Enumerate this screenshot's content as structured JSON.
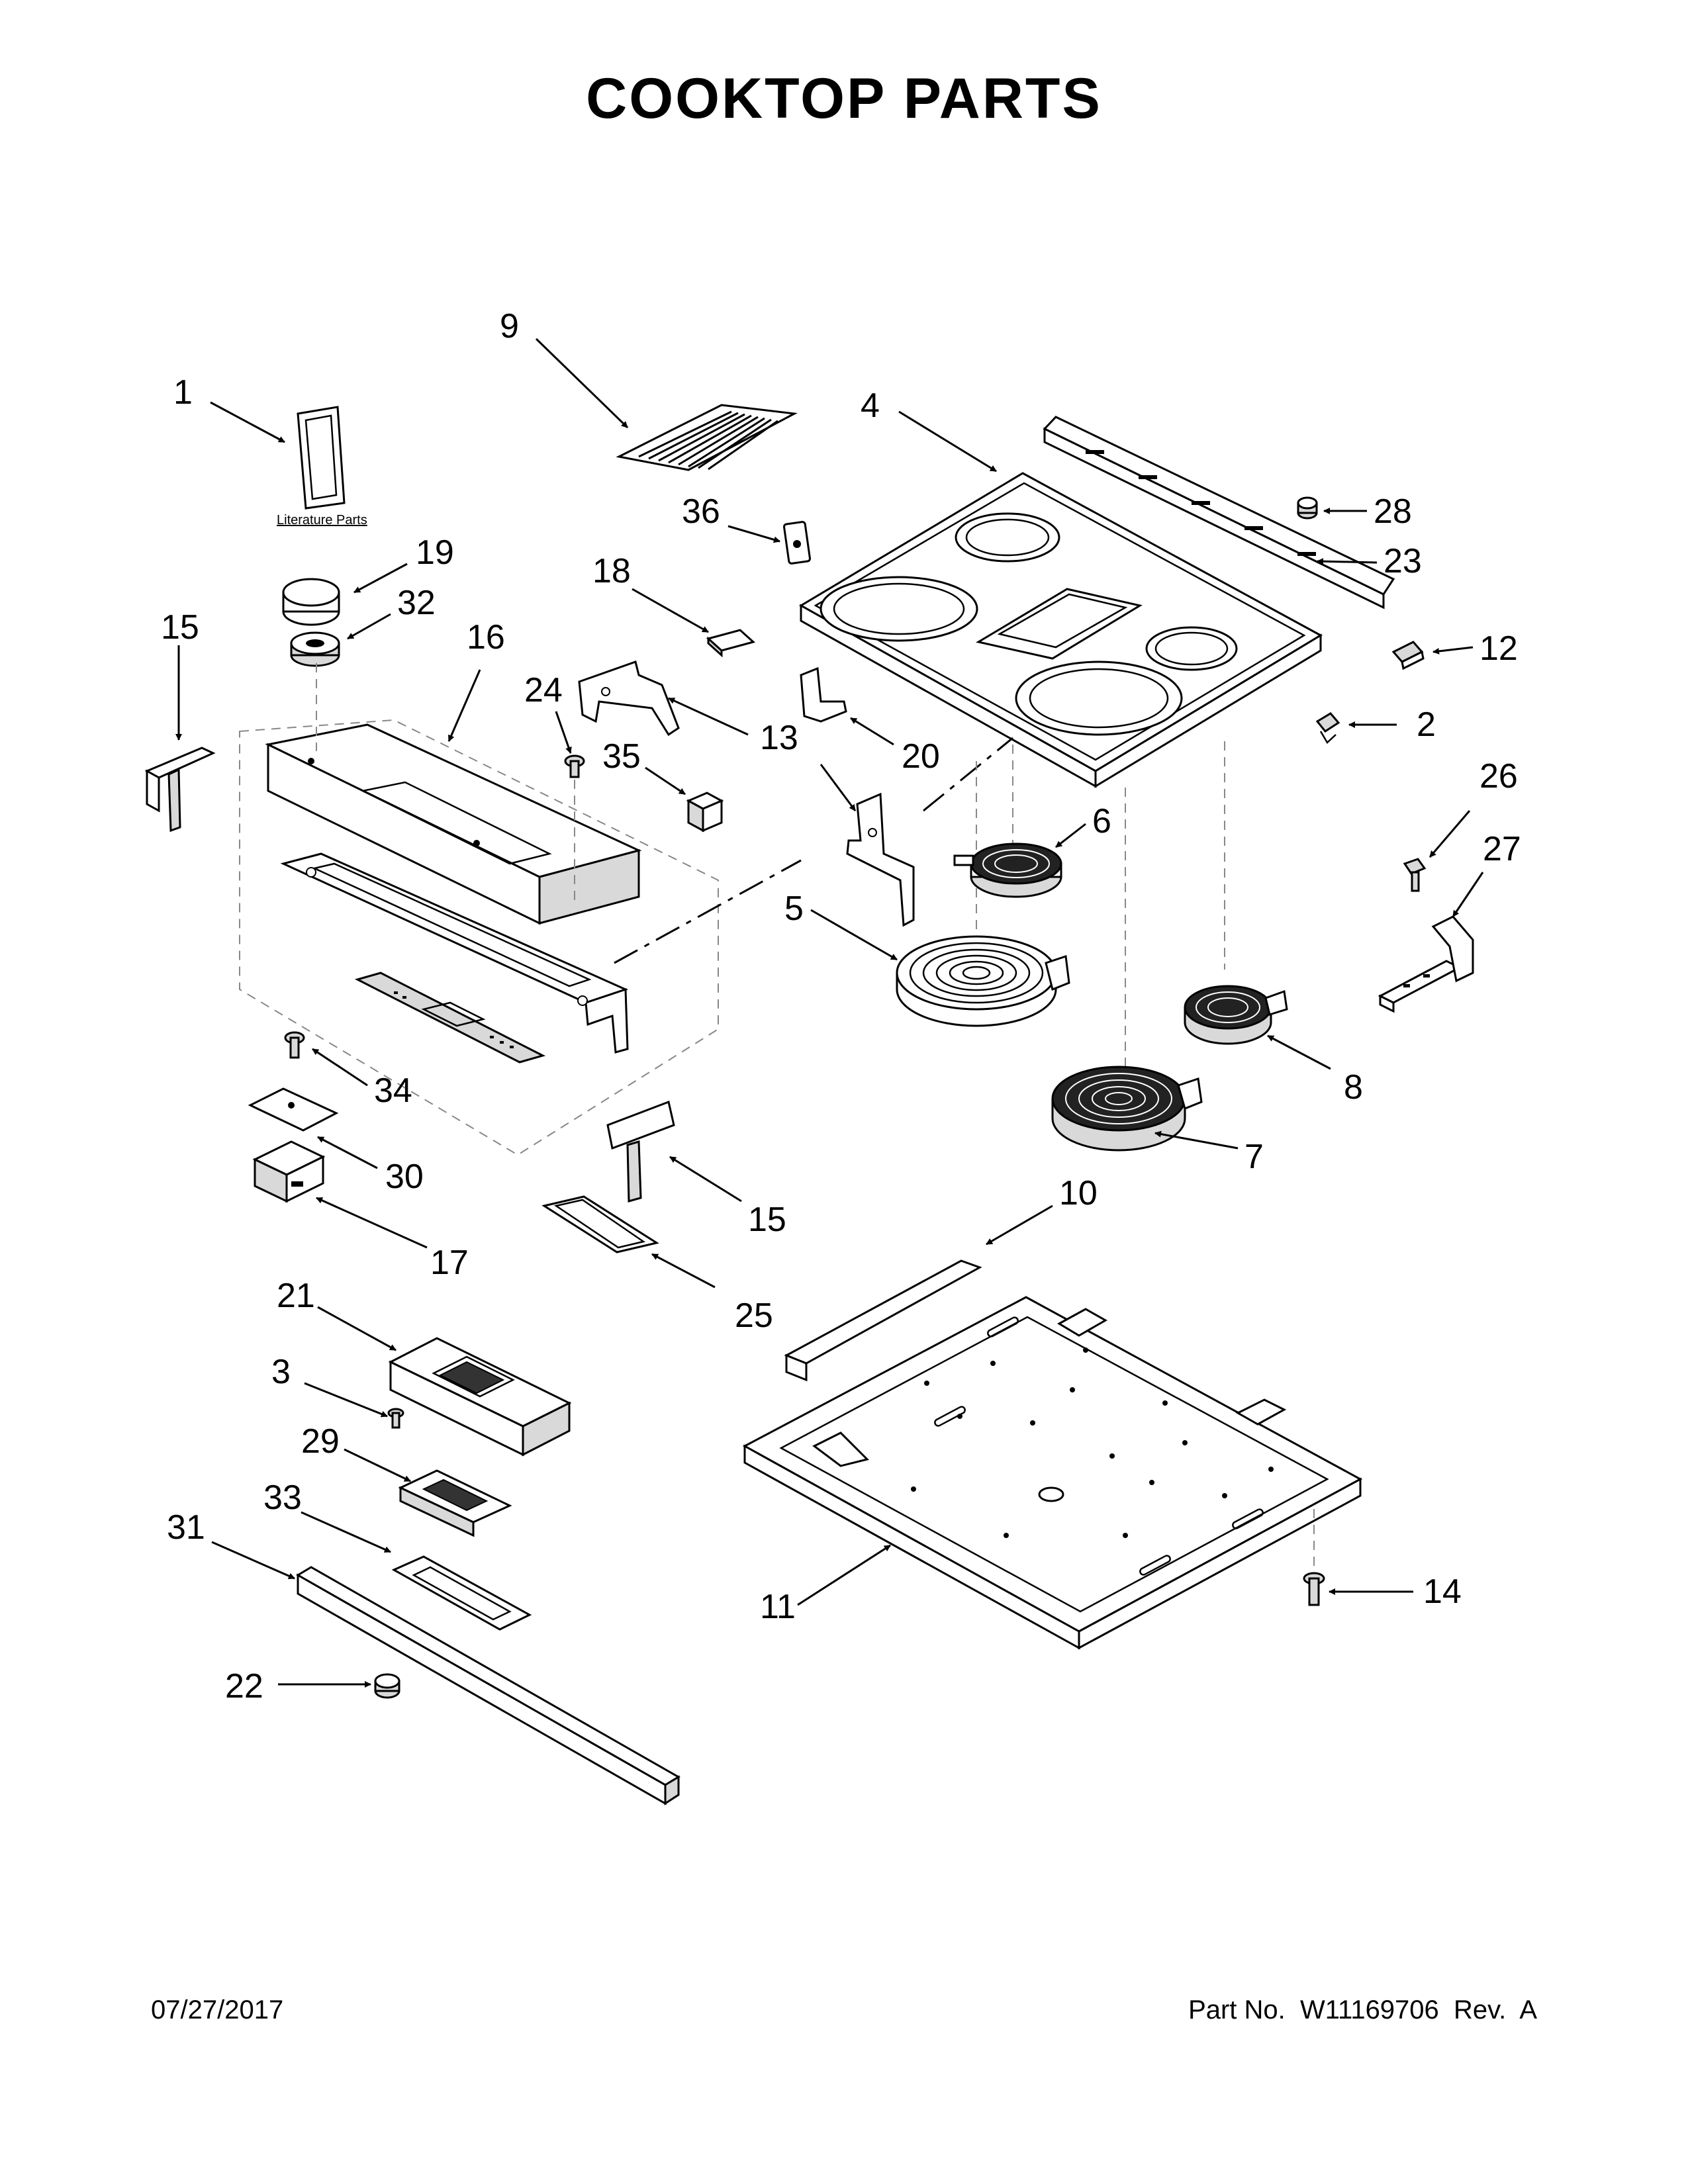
{
  "title": "COOKTOP PARTS",
  "footer": {
    "date": "07/27/2017",
    "part_no": "Part No.  W11169706  Rev.  A"
  },
  "literature_label": "Literature Parts",
  "callouts": {
    "c1": "1",
    "c2": "2",
    "c3": "3",
    "c4": "4",
    "c5": "5",
    "c6": "6",
    "c7": "7",
    "c8": "8",
    "c9": "9",
    "c10": "10",
    "c11": "11",
    "c12": "12",
    "c13a": "13",
    "c14": "14",
    "c15a": "15",
    "c15b": "15",
    "c16": "16",
    "c17": "17",
    "c18": "18",
    "c19": "19",
    "c20": "20",
    "c21": "21",
    "c22": "22",
    "c23": "23",
    "c24": "24",
    "c25": "25",
    "c26": "26",
    "c27": "27",
    "c28": "28",
    "c29": "29",
    "c30": "30",
    "c31": "31",
    "c32": "32",
    "c33": "33",
    "c34": "34",
    "c35": "35",
    "c36": "36"
  }
}
